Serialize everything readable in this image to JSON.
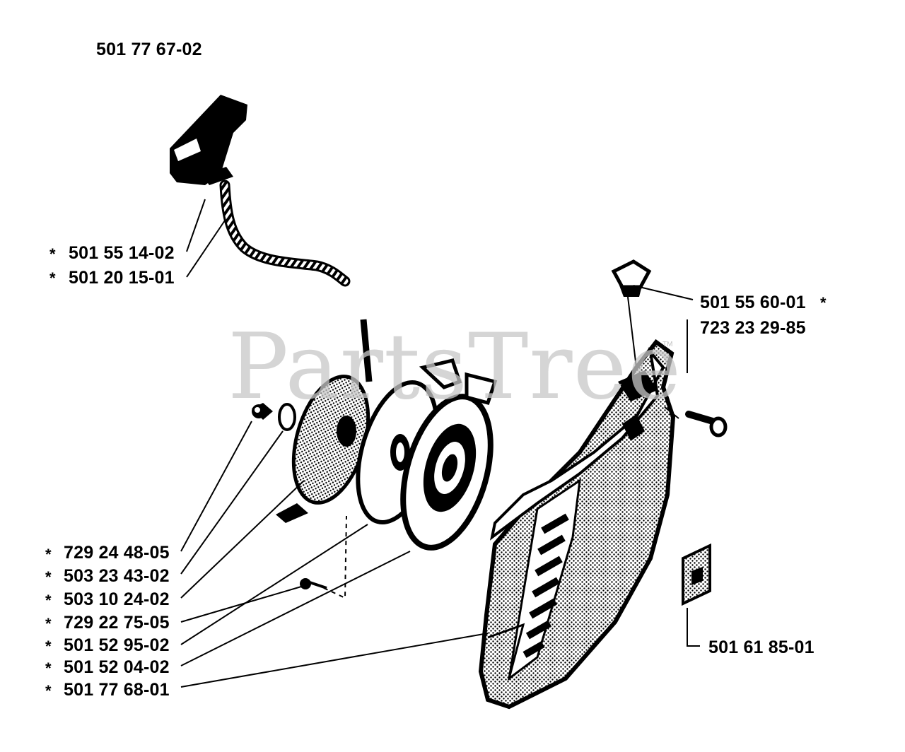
{
  "diagram": {
    "watermark": "PartsTree",
    "watermark_mark": "TM",
    "assembly_number": "501 77 67-02",
    "star": "*",
    "labels": {
      "p_501551402": "501 55 14-02",
      "p_501201501": "501 20 15-01",
      "p_501556001": "501 55 60-01",
      "p_723232985": "723 23 29-85",
      "p_729244805": "729 24 48-05",
      "p_503234302": "503 23 43-02",
      "p_503102402": "503 10 24-02",
      "p_729227505": "729 22 75-05",
      "p_501529502": "501 52 95-02",
      "p_501520402": "501 52 04-02",
      "p_501776801": "501 77 68-01",
      "p_501618501": "501 61 85-01"
    }
  }
}
